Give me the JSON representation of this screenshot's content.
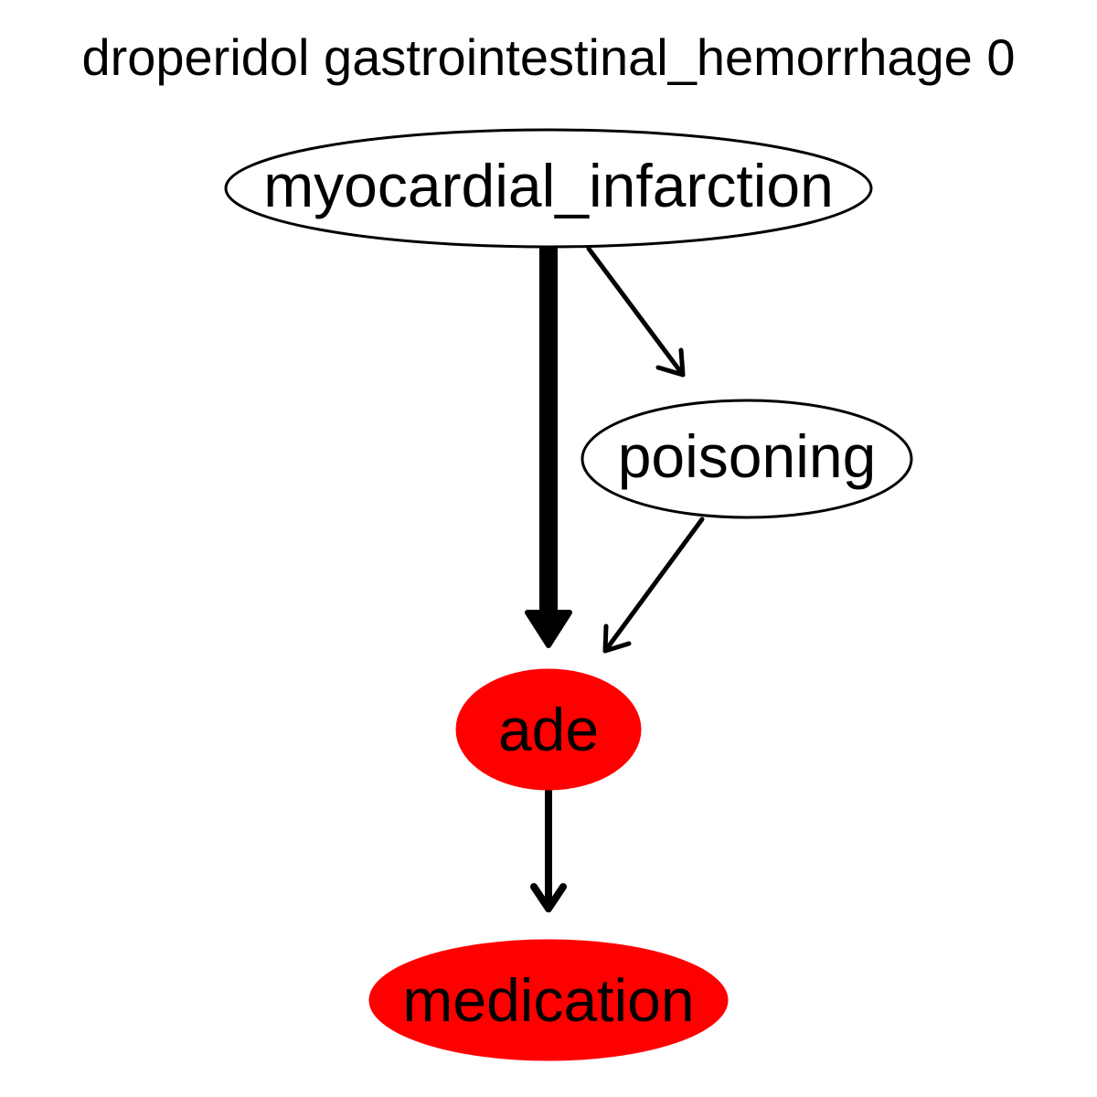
{
  "title": "droperidol gastrointestinal_hemorrhage 0",
  "colors": {
    "highlight": "#ff0000",
    "default_fill": "#ffffff",
    "stroke": "#000000"
  },
  "nodes": [
    {
      "id": "myocardial_infarction",
      "label": "myocardial_infarction",
      "fill": "#ffffff"
    },
    {
      "id": "poisoning",
      "label": "poisoning",
      "fill": "#ffffff"
    },
    {
      "id": "ade",
      "label": "ade",
      "fill": "#ff0000"
    },
    {
      "id": "medication",
      "label": "medication",
      "fill": "#ff0000"
    }
  ],
  "edges": [
    {
      "from": "myocardial_infarction",
      "to": "ade",
      "weight": "heavy"
    },
    {
      "from": "myocardial_infarction",
      "to": "poisoning",
      "weight": "normal"
    },
    {
      "from": "poisoning",
      "to": "ade",
      "weight": "normal"
    },
    {
      "from": "ade",
      "to": "medication",
      "weight": "medium"
    }
  ]
}
